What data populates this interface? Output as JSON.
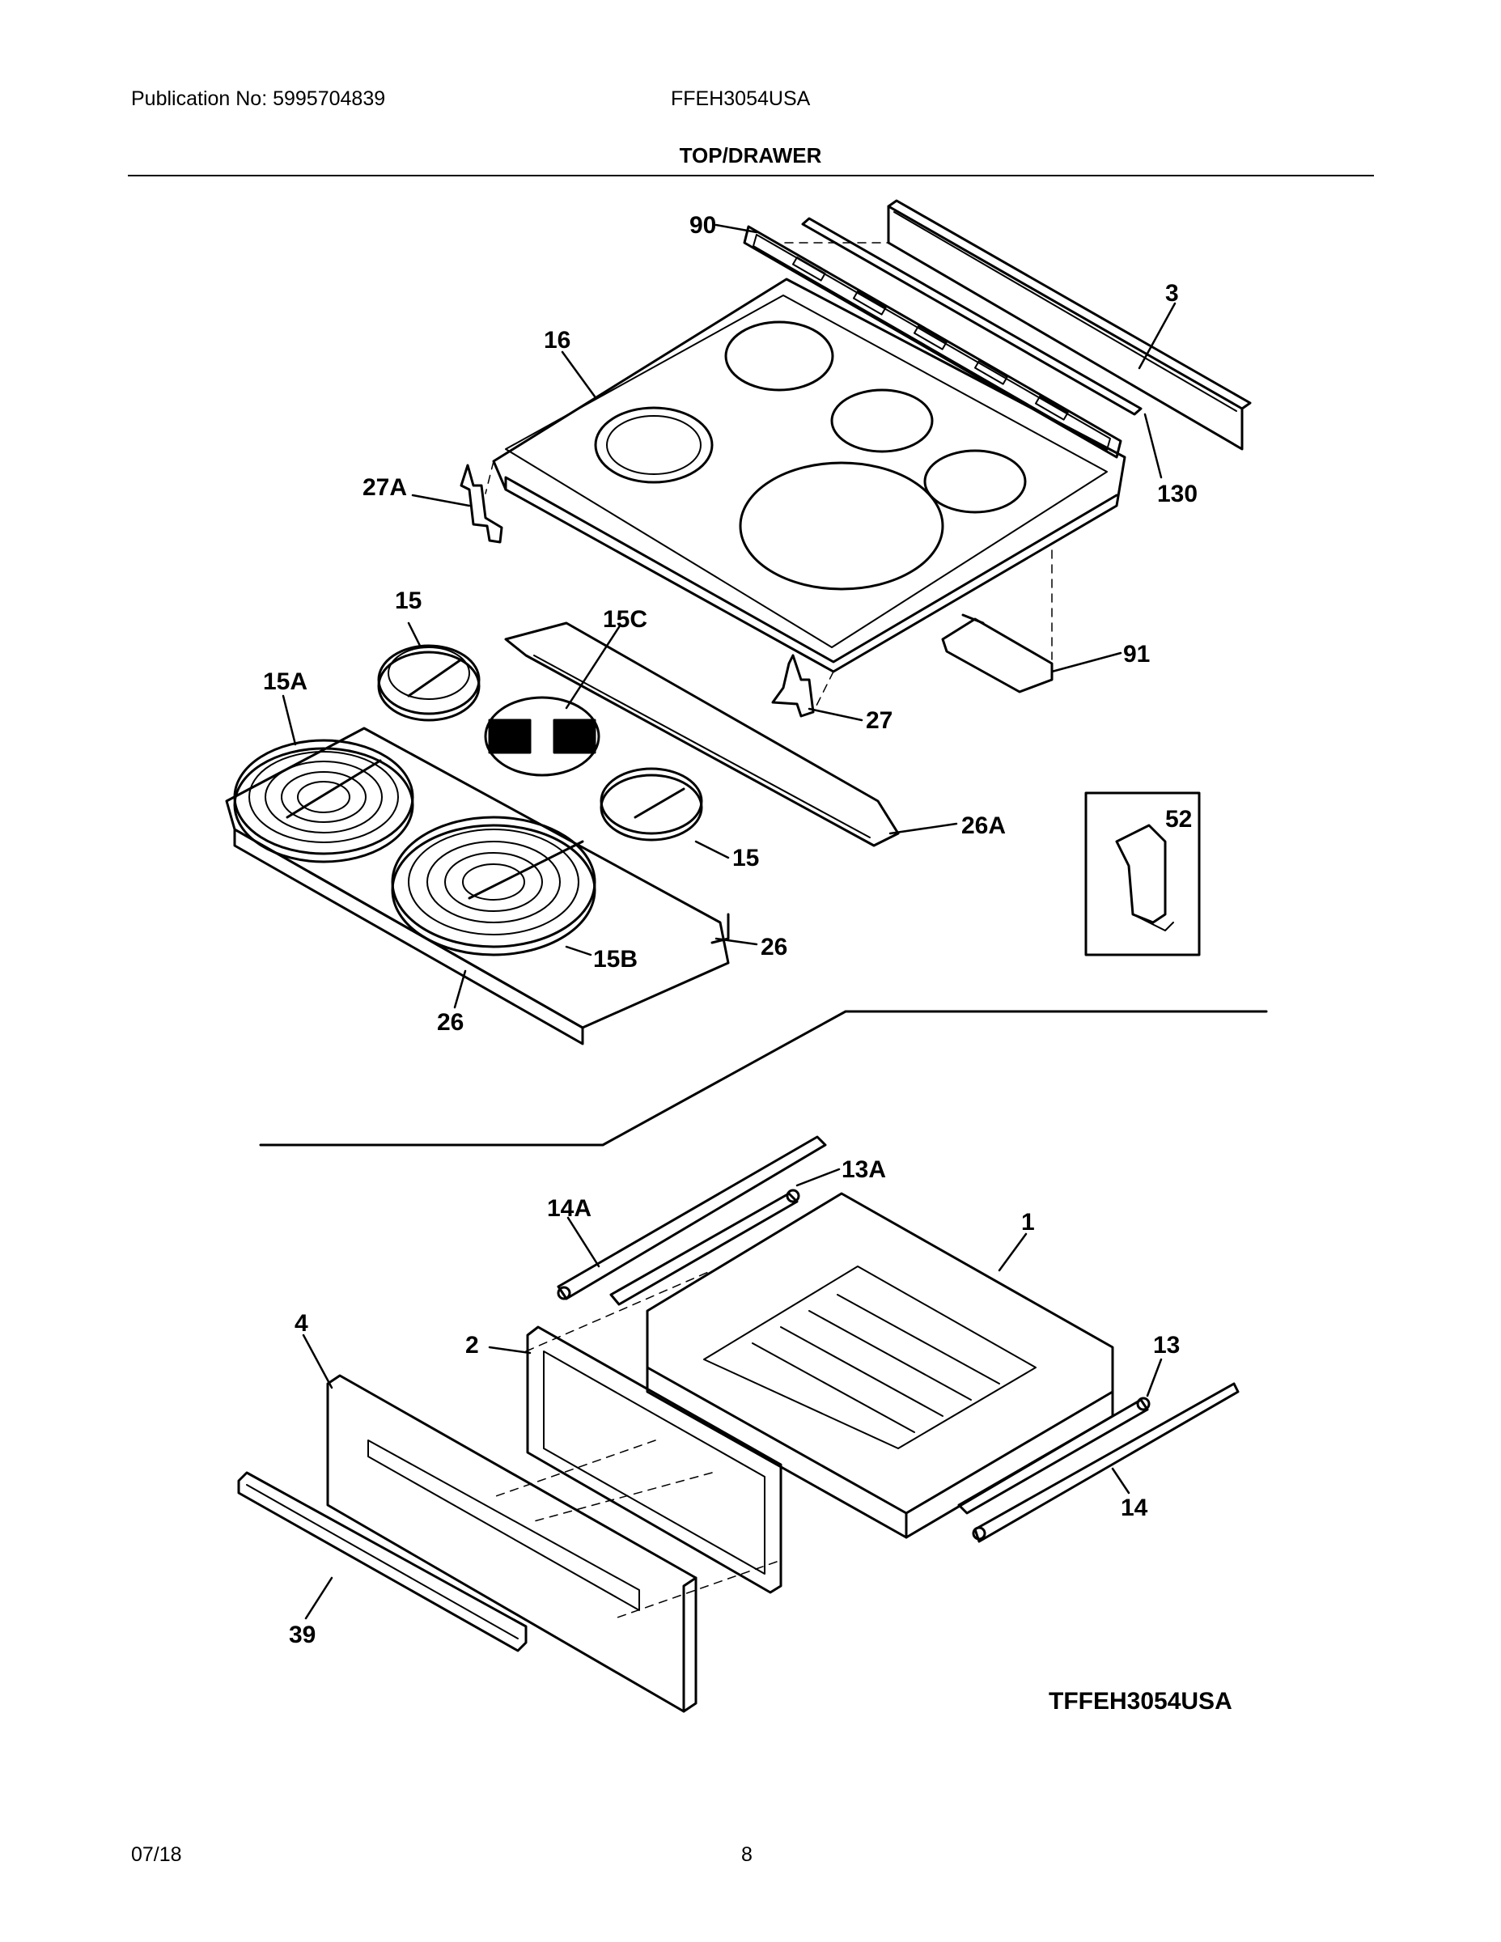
{
  "header": {
    "publication": "Publication No: 5995704839",
    "model": "FFEH3054USA",
    "title": "TOP/DRAWER"
  },
  "callouts": {
    "c90": "90",
    "c3": "3",
    "c16": "16",
    "c130": "130",
    "c27A": "27A",
    "c15_top": "15",
    "c15C": "15C",
    "c15A": "15A",
    "c91": "91",
    "c27": "27",
    "c26A": "26A",
    "c52": "52",
    "c15_mid": "15",
    "c26_right": "26",
    "c15B": "15B",
    "c26_bottom": "26",
    "c13A": "13A",
    "c14A": "14A",
    "c1": "1",
    "c4": "4",
    "c2": "2",
    "c13": "13",
    "c14": "14",
    "c39": "39"
  },
  "drawing_id": "TFFEH3054USA",
  "footer": {
    "date": "07/18",
    "page": "8"
  }
}
